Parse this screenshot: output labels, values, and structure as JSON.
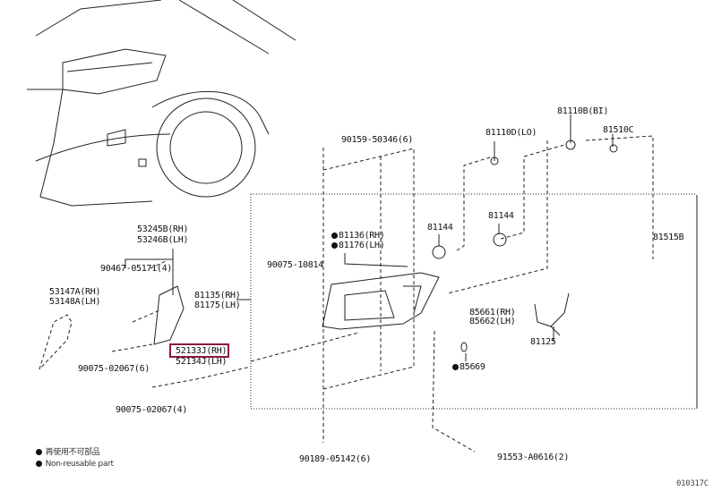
{
  "parts": {
    "p90159": "90159-50346(6)",
    "p81110d": "81110D(LO)",
    "p81110b": "81110B(BI)",
    "p81510c": "81510C",
    "p81136": "81136(RH)",
    "p81176": "81176(LH)",
    "p81144a": "81144",
    "p81144b": "81144",
    "p81515b": "81515B",
    "p90075_10814": "90075-10814",
    "p81135": "81135(RH)",
    "p81175": "81175(LH)",
    "p53245b": "53245B(RH)",
    "p53246b": "53246B(LH)",
    "p90467": "90467-05171(4)",
    "p53147a": "53147A(RH)",
    "p53148a": "53148A(LH)",
    "p52133j": "52133J(RH)",
    "p52134j": "52134J(LH)",
    "p90075_02067_6": "90075-02067(6)",
    "p90075_02067_4": "90075-02067(4)",
    "p85661": "85661(RH)",
    "p85662": "85662(LH)",
    "p85669": "85669",
    "p81125": "81125",
    "p90189": "90189-05142(6)",
    "p91553": "91553-A0616(2)"
  },
  "legend": {
    "line1": "再使用不可部品",
    "line2": "Non-reusable part"
  },
  "diagram_code": "010317C",
  "highlight_color": "#8b1a3a"
}
